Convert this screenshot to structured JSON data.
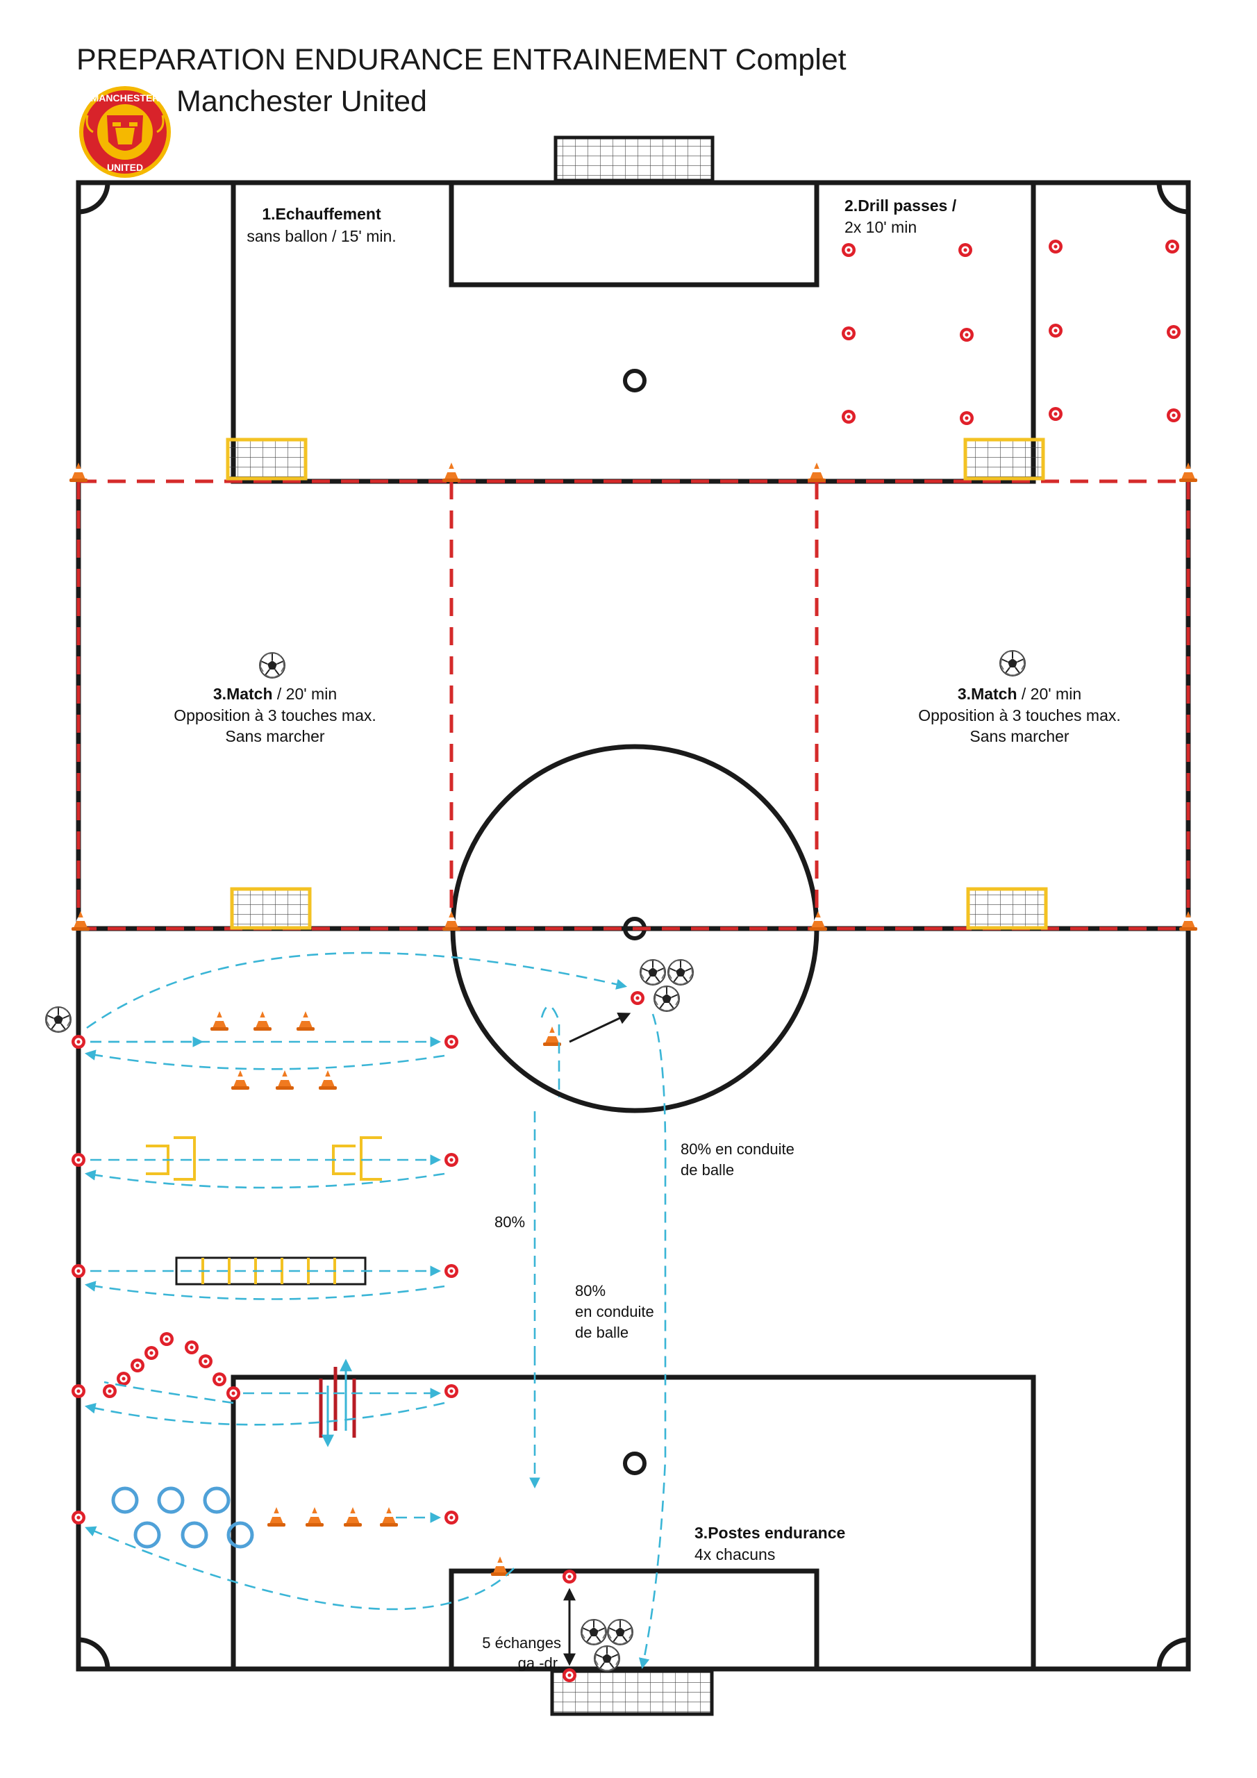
{
  "header": {
    "title": "PREPARATION ENDURANCE ENTRAINEMENT Complet",
    "subtitle": "Manchester United",
    "crest_text_top": "MANCHESTER",
    "crest_text_bottom": "UNITED"
  },
  "zones": {
    "warmup": {
      "number": "1.",
      "name": "Echauffement",
      "line1": "sans ballon / 15' min."
    },
    "drill": {
      "number": "2.",
      "name": "Drill passes /",
      "line1": "2x 10' min"
    },
    "match_left": {
      "number": "3.",
      "name": "Match",
      "suffix": " / 20' min",
      "line1": "Opposition à 3 touches max.",
      "line2": "Sans marcher"
    },
    "match_right": {
      "number": "3.",
      "name": "Match",
      "suffix": " / 20' min",
      "line1": "Opposition à 3 touches max.",
      "line2": "Sans marcher"
    },
    "stations": {
      "number": "3.",
      "name": "Postes endurance",
      "line1": "4x chacuns"
    }
  },
  "annotations": {
    "right_run_1": "80% en conduite",
    "right_run_2": "de balle",
    "mid_run": "80%",
    "center_run_1": "80%",
    "center_run_2": "en conduite",
    "center_run_3": "de balle",
    "exchange_1": "5 échanges",
    "exchange_2": "ga.-dr."
  },
  "colors": {
    "line": "#1a1a1a",
    "dashed_zone": "#d52a2a",
    "marker_red": "#e0202a",
    "cone_orange": "#f07a20",
    "goal_yellow": "#f3c223",
    "arrow_cyan": "#3ab5d6",
    "ring_blue": "#4fa1d8",
    "crest_red": "#d8232a",
    "crest_gold": "#f5b800"
  }
}
